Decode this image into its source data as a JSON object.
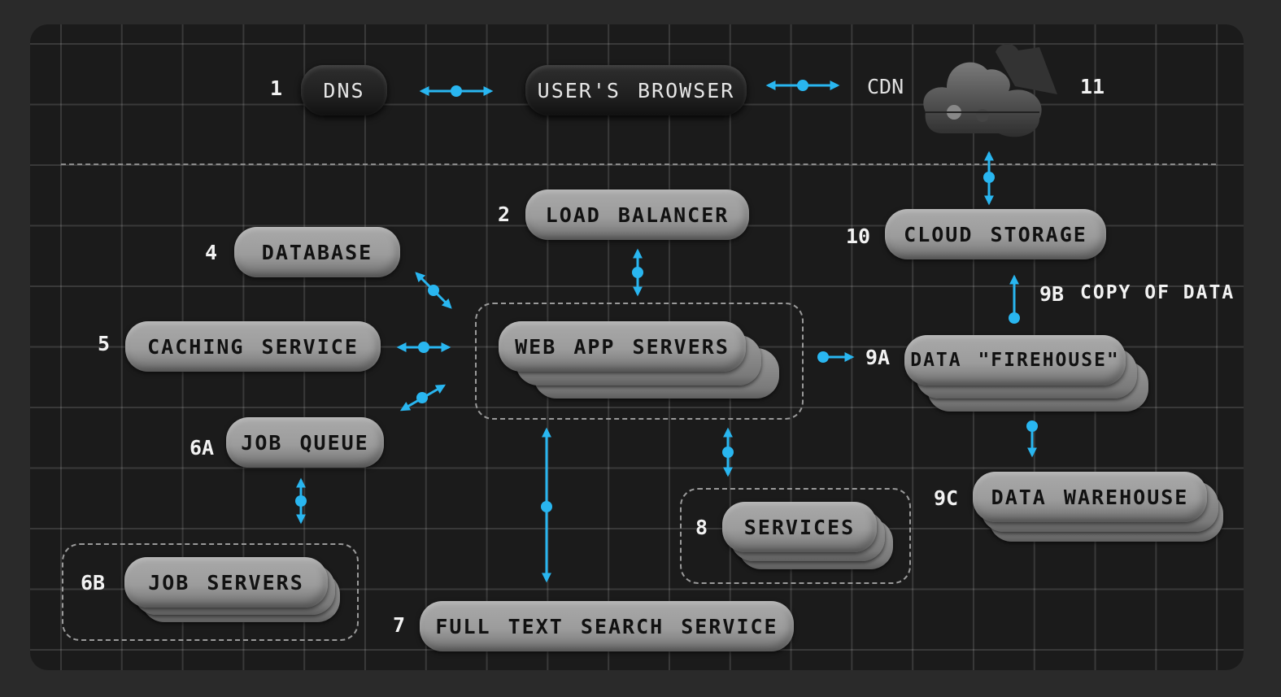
{
  "diagram": {
    "accent_color": "#29b6f0",
    "nodes": {
      "dns": {
        "num": "1",
        "label": "DNS"
      },
      "browser": {
        "label": "USER'S BROWSER"
      },
      "cdn": {
        "label": "CDN",
        "num": "11",
        "icon": "cloud-puzzle-icon"
      },
      "load_balancer": {
        "num": "2",
        "label": "LOAD BALANCER"
      },
      "database": {
        "num": "4",
        "label": "DATABASE"
      },
      "caching": {
        "num": "5",
        "label": "CACHING SERVICE"
      },
      "job_queue": {
        "num": "6A",
        "label": "JOB QUEUE"
      },
      "job_servers": {
        "num": "6B",
        "label": "JOB SERVERS"
      },
      "web_app": {
        "label": "WEB APP SERVERS"
      },
      "full_text": {
        "num": "7",
        "label": "FULL TEXT SEARCH SERVICE"
      },
      "services": {
        "num": "8",
        "label": "SERVICES"
      },
      "firehouse": {
        "num": "9A",
        "label": "DATA \"FIREHOUSE\""
      },
      "copy_of_data": {
        "num": "9B",
        "label": "COPY OF DATA"
      },
      "warehouse": {
        "num": "9C",
        "label": "DATA WAREHOUSE"
      },
      "cloud_storage": {
        "num": "10",
        "label": "CLOUD STORAGE"
      }
    }
  }
}
